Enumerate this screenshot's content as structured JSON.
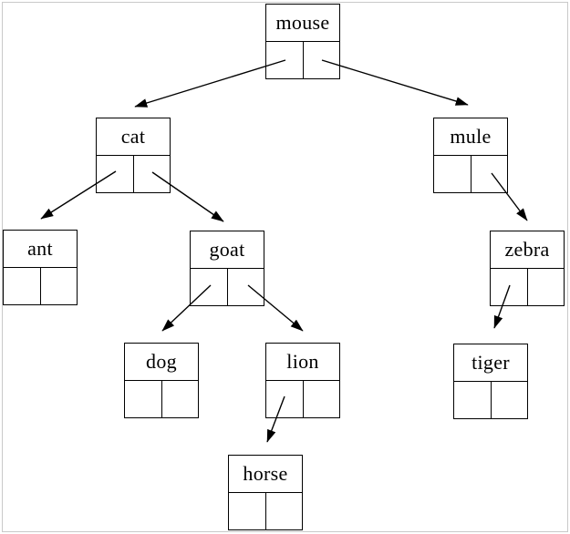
{
  "figure": {
    "background_color": "#ffffff",
    "frame_color": "#c9c9c9",
    "line_color": "#000000",
    "text_color": "#000000"
  },
  "tree": {
    "type": "binary-tree-diagram",
    "description": "Binary tree of animal-name nodes; each node is a box with a label section and two pointer cells",
    "root": "mouse",
    "nodes": {
      "mouse": {
        "label": "mouse",
        "left": "cat",
        "right": "mule"
      },
      "cat": {
        "label": "cat",
        "left": "ant",
        "right": "goat"
      },
      "mule": {
        "label": "mule",
        "left": null,
        "right": "zebra"
      },
      "ant": {
        "label": "ant",
        "left": null,
        "right": null
      },
      "goat": {
        "label": "goat",
        "left": "dog",
        "right": "lion"
      },
      "zebra": {
        "label": "zebra",
        "left": "tiger",
        "right": null
      },
      "dog": {
        "label": "dog",
        "left": null,
        "right": null
      },
      "lion": {
        "label": "lion",
        "left": "horse",
        "right": null
      },
      "tiger": {
        "label": "tiger",
        "left": null,
        "right": null
      },
      "horse": {
        "label": "horse",
        "left": null,
        "right": null
      }
    },
    "edges": [
      {
        "from": "mouse",
        "pointer": "left",
        "to": "cat"
      },
      {
        "from": "mouse",
        "pointer": "right",
        "to": "mule"
      },
      {
        "from": "cat",
        "pointer": "left",
        "to": "ant"
      },
      {
        "from": "cat",
        "pointer": "right",
        "to": "goat"
      },
      {
        "from": "mule",
        "pointer": "right",
        "to": "zebra"
      },
      {
        "from": "goat",
        "pointer": "left",
        "to": "dog"
      },
      {
        "from": "goat",
        "pointer": "right",
        "to": "lion"
      },
      {
        "from": "zebra",
        "pointer": "left",
        "to": "tiger"
      },
      {
        "from": "lion",
        "pointer": "left",
        "to": "horse"
      }
    ]
  }
}
